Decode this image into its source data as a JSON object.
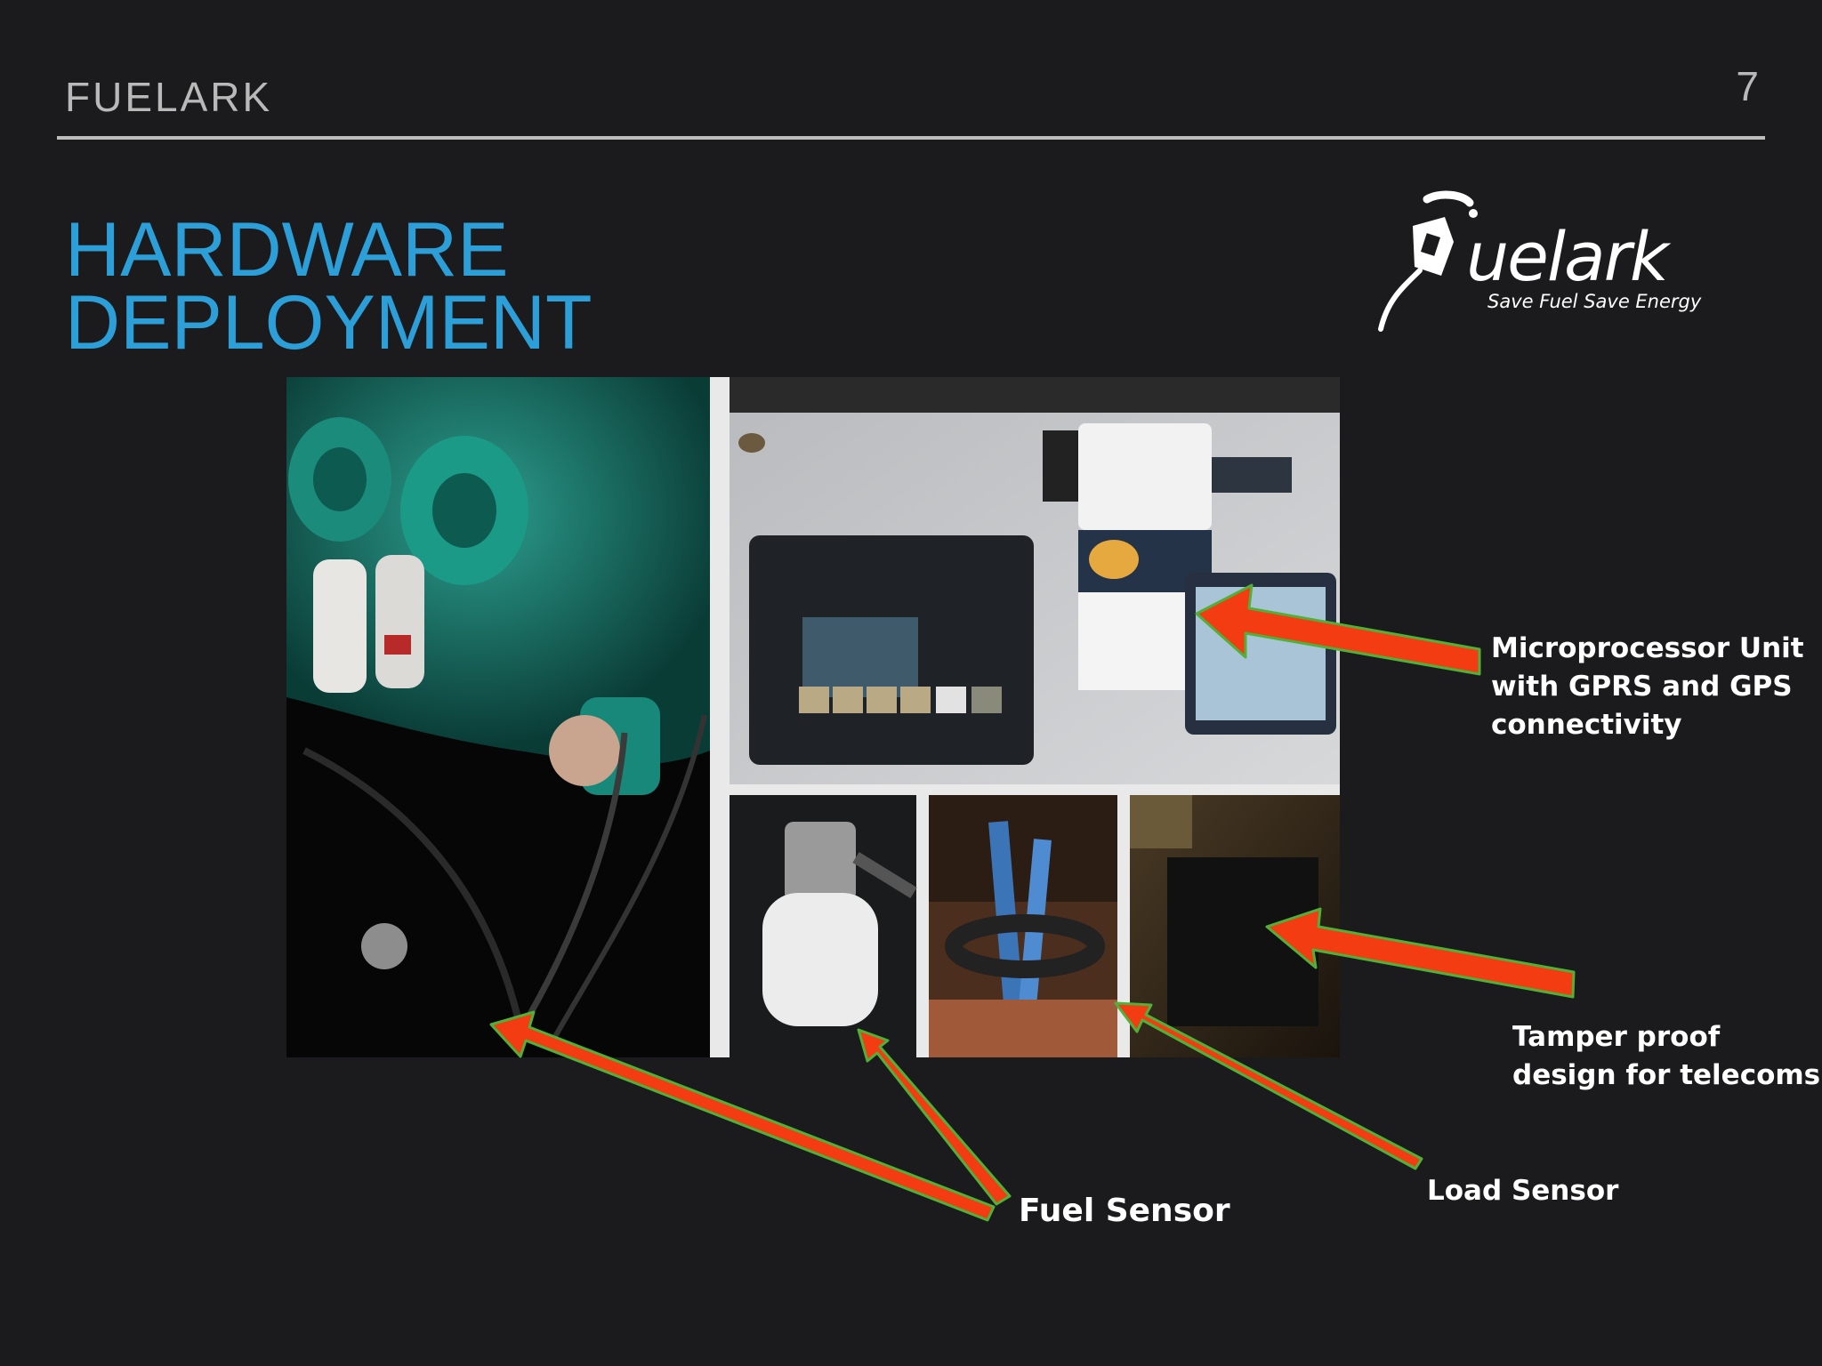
{
  "header": {
    "brand": "FUELARK",
    "page_number": "7"
  },
  "slide": {
    "title_line1": "HARDWARE",
    "title_line2": "DEPLOYMENT"
  },
  "logo": {
    "word": "uelark",
    "tagline": "Save Fuel Save Energy"
  },
  "callouts": {
    "microprocessor": [
      "Microprocessor Unit",
      "with GPRS and GPS",
      "connectivity"
    ],
    "tamper": [
      "Tamper proof",
      "design for telecoms"
    ],
    "load_sensor": "Load Sensor",
    "fuel_sensor": "Fuel Sensor"
  },
  "colors": {
    "title": "#2c9ed8",
    "arrow": "#f43c12",
    "arrow_outline": "#4fb03a",
    "background": "#1b1b1d"
  }
}
